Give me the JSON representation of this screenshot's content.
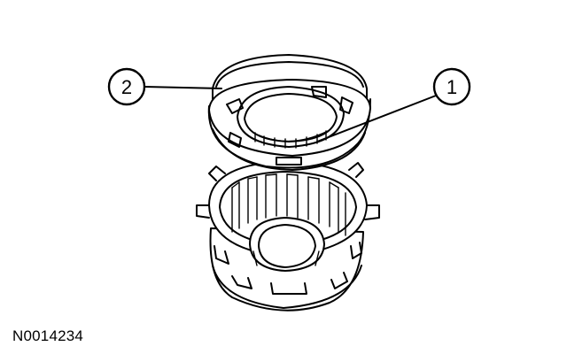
{
  "diagram": {
    "callouts": [
      {
        "number": "1"
      },
      {
        "number": "2"
      }
    ],
    "reference_code": "N0014234"
  }
}
